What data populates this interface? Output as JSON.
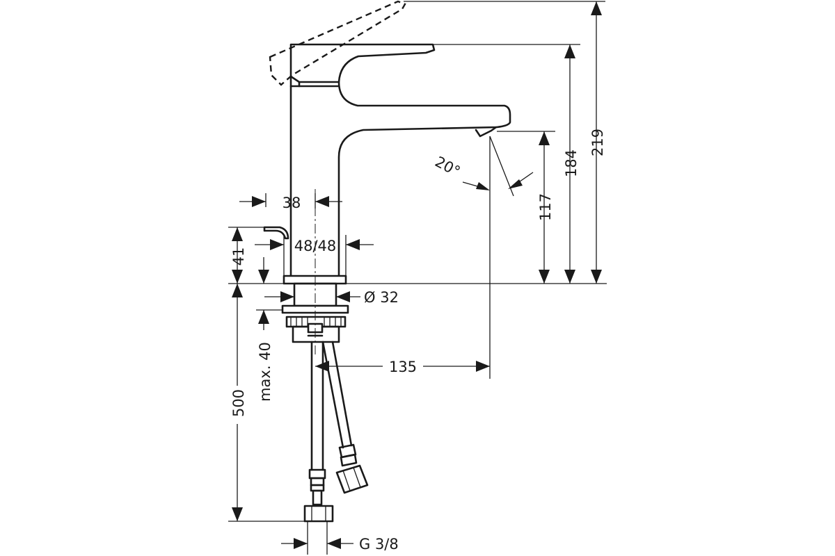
{
  "dimensions": {
    "height_total": "219",
    "height_lever": "184",
    "height_spout": "117",
    "body_width": "38",
    "base_width": "48/48",
    "drain_height": "41",
    "bore_diameter": "Ø 32",
    "max_thickness": "max. 40",
    "hose_length": "500",
    "spout_reach": "135",
    "thread": "G 3/8",
    "spray_angle": "20°"
  },
  "colors": {
    "line": "#1a1a1a",
    "background": "#ffffff"
  }
}
